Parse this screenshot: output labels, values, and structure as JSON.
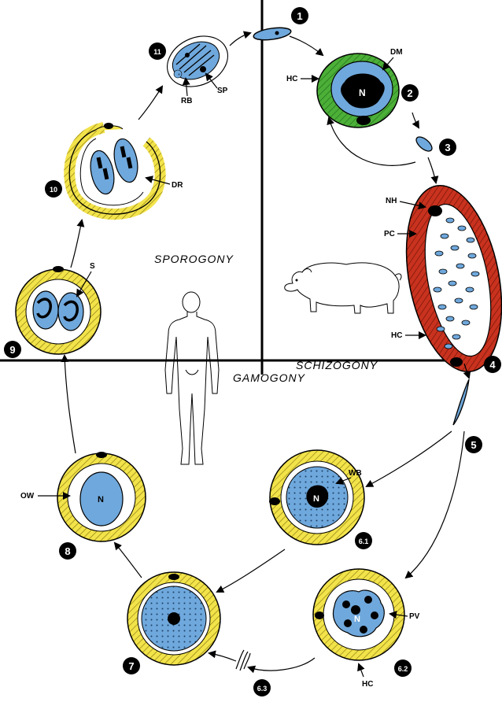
{
  "phases": {
    "sporogony": "SPOROGONY",
    "schizogony": "SCHIZOGONY",
    "gamogony": "GAMOGONY"
  },
  "stages": [
    "1",
    "2",
    "3",
    "4",
    "5",
    "6.1",
    "6.2",
    "6.3",
    "7",
    "8",
    "9",
    "10",
    "11"
  ],
  "labels": {
    "dm": "DM",
    "hc_top": "HC",
    "nh": "NH",
    "pc": "PC",
    "hc_mid": "HC",
    "wb": "WB",
    "pv": "PV",
    "hc_bottom": "HC",
    "ow": "OW",
    "s": "S",
    "dr": "DR",
    "rb": "RB",
    "sp": "SP",
    "n2": "N",
    "n61": "N",
    "n62": "N",
    "n8": "N"
  },
  "colors": {
    "parasite_blue": "#6fa8dc",
    "host_green": "#4caf38",
    "host_red": "#c8321e",
    "host_yellow": "#f2e34a",
    "ink": "#000000"
  },
  "icons": [
    "pig-icon",
    "human-icon"
  ]
}
